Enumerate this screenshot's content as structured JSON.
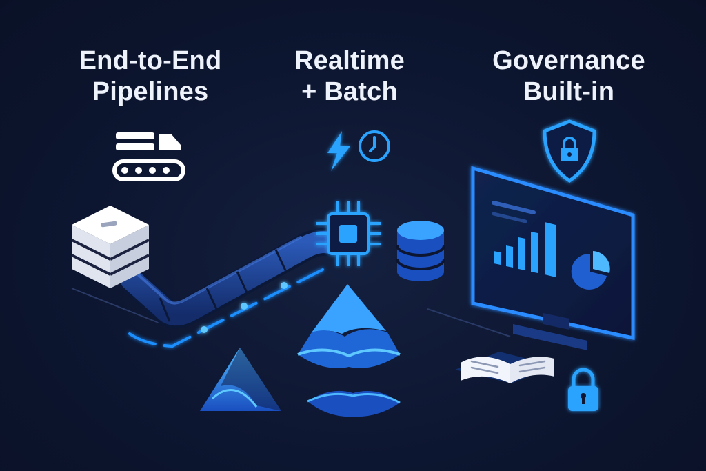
{
  "headings": [
    {
      "line1": "End-to-End",
      "line2": "Pipelines"
    },
    {
      "line1": "Realtime",
      "line2": "+ Batch"
    },
    {
      "line1": "Governance",
      "line2": "Built-in"
    }
  ],
  "icons": [
    "conveyor-truck-icon",
    "lightning-icon",
    "clock-icon",
    "shield-lock-icon",
    "server-stack-icon",
    "cpu-chip-icon",
    "database-icon",
    "monitor-dashboard-icon",
    "open-book-icon",
    "padlock-icon",
    "mountain-icon",
    "wave-layers-icon"
  ],
  "colors": {
    "background": "#0d1630",
    "accent": "#1e8fff",
    "accent_light": "#5ec8ff",
    "pipe": "#1b3c8c",
    "text": "#eef2fa"
  }
}
